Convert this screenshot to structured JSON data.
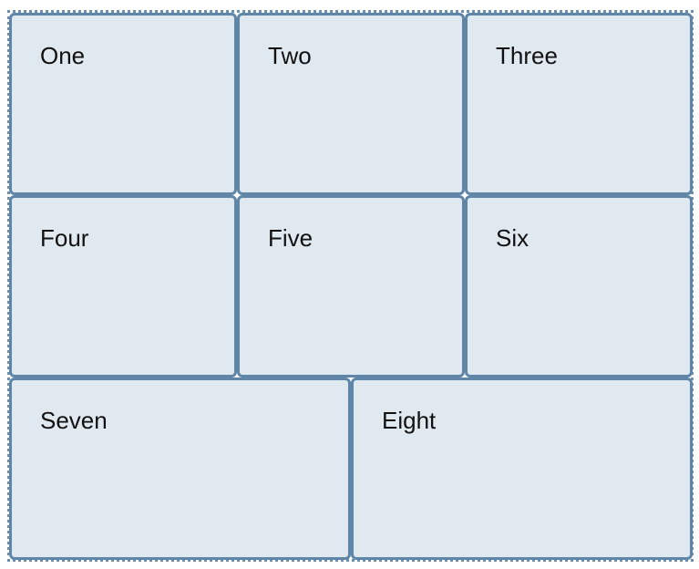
{
  "grid": {
    "cells": [
      {
        "label": "One"
      },
      {
        "label": "Two"
      },
      {
        "label": "Three"
      },
      {
        "label": "Four"
      },
      {
        "label": "Five"
      },
      {
        "label": "Six"
      },
      {
        "label": "Seven"
      },
      {
        "label": "Eight"
      }
    ]
  },
  "colors": {
    "cell_fill": "#e0e8f0",
    "cell_border": "#5f86a8",
    "container_border": "#6b8fad"
  }
}
